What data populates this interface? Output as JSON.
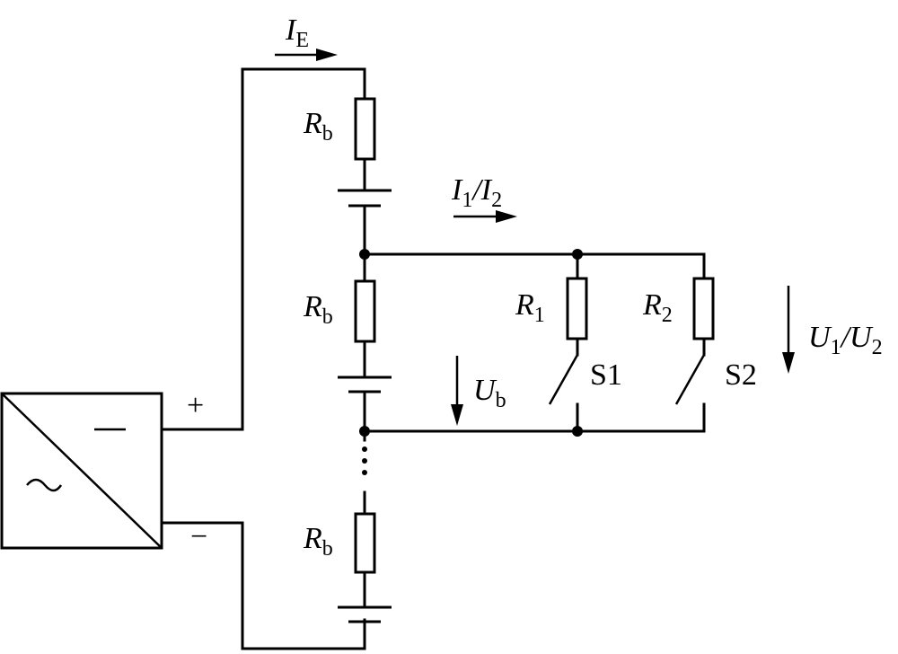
{
  "labels": {
    "ie": {
      "main": "I",
      "sub": "E"
    },
    "rb1": {
      "main": "R",
      "sub": "b"
    },
    "rb2": {
      "main": "R",
      "sub": "b"
    },
    "rb3": {
      "main": "R",
      "sub": "b"
    },
    "i1": {
      "main": "I",
      "sub": "1"
    },
    "slash1": "/",
    "i2": {
      "main": "I",
      "sub": "2"
    },
    "r1": {
      "main": "R",
      "sub": "1"
    },
    "r2": {
      "main": "R",
      "sub": "2"
    },
    "s1": "S1",
    "s2": "S2",
    "ub": {
      "main": "U",
      "sub": "b"
    },
    "u1": {
      "main": "U",
      "sub": "1"
    },
    "slash2": "/",
    "u2": {
      "main": "U",
      "sub": "2"
    },
    "plus": "+",
    "minus": "−",
    "dc_symbol": "—",
    "ac_symbol": "~",
    "dots": "⋮"
  }
}
